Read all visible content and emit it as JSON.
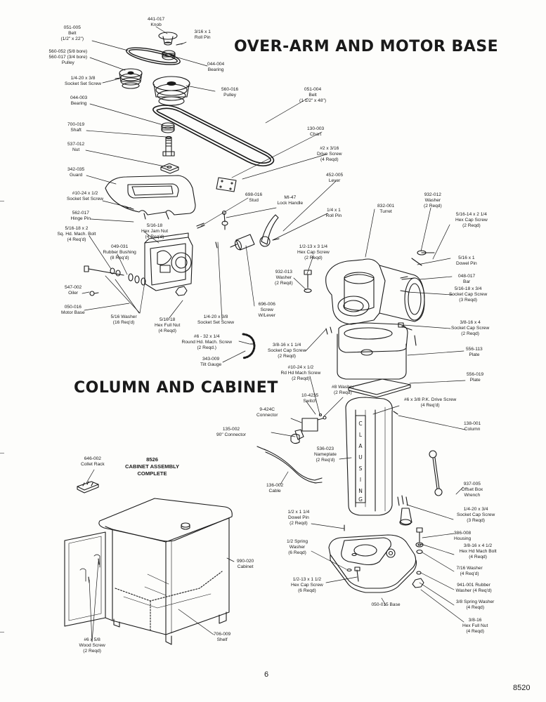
{
  "headings": {
    "over_arm": "OVER-ARM AND MOTOR BASE",
    "column": "COLUMN AND CABINET"
  },
  "assembly_note": {
    "number": "8526",
    "line1": "CABINET ASSEMBLY",
    "line2": "COMPLETE"
  },
  "page_number": "6",
  "document_number": "8520",
  "parts": [
    {
      "id": "knob",
      "lines": [
        "441-017",
        "Knob"
      ]
    },
    {
      "id": "roll-pin-1",
      "lines": [
        "3/16 x 1",
        "Roll Pin"
      ]
    },
    {
      "id": "belt-small",
      "lines": [
        "051-005",
        "Belt",
        "(1/2\" x 22\")"
      ]
    },
    {
      "id": "pulley-small",
      "lines": [
        "560-052  (5/8 bore)",
        "560-017  (3/4 bore)",
        "Pulley"
      ]
    },
    {
      "id": "bearing-1",
      "lines": [
        "044-004",
        "Bearing"
      ]
    },
    {
      "id": "socket-set-screw-1",
      "lines": [
        "1/4-20 x 3/8",
        "Socket Set Screw"
      ]
    },
    {
      "id": "pulley-large",
      "lines": [
        "560-016",
        "Pulley"
      ]
    },
    {
      "id": "bearing-2",
      "lines": [
        "044-003",
        "Bearing"
      ]
    },
    {
      "id": "belt-large",
      "lines": [
        "051-004",
        "Belt",
        "(1 1/2\" x 48\")"
      ]
    },
    {
      "id": "shaft",
      "lines": [
        "700-019",
        "Shaft"
      ]
    },
    {
      "id": "chart",
      "lines": [
        "130-003",
        "Chart"
      ]
    },
    {
      "id": "nut",
      "lines": [
        "537-012",
        "Nut"
      ]
    },
    {
      "id": "drive-screw-1",
      "lines": [
        "#2 x 3/16",
        "Drive Screw",
        "(4 Reqd)"
      ]
    },
    {
      "id": "guard",
      "lines": [
        "342-035",
        "Guard"
      ]
    },
    {
      "id": "lever",
      "lines": [
        "452-005",
        "Lever"
      ]
    },
    {
      "id": "socket-set-screw-2",
      "lines": [
        "#10-24 x 1/2",
        "Socket Set Screw"
      ]
    },
    {
      "id": "stud",
      "lines": [
        "698-016",
        "Stud"
      ]
    },
    {
      "id": "lock-handle",
      "lines": [
        "MI-47",
        "Lock Handle"
      ]
    },
    {
      "id": "washer-1",
      "lines": [
        "932-012",
        "Washer",
        "(2 Reqd)"
      ]
    },
    {
      "id": "hinge-pin",
      "lines": [
        "562-017",
        "Hinge Pin"
      ]
    },
    {
      "id": "roll-pin-2",
      "lines": [
        "1/4 x 1",
        "Roll Pin"
      ]
    },
    {
      "id": "turret",
      "lines": [
        "832-001",
        "Turret"
      ]
    },
    {
      "id": "hex-jam-nut",
      "lines": [
        "5/16-18",
        "Hex Jam Nut",
        "(4 Req'd)"
      ]
    },
    {
      "id": "hex-cap-screw-1",
      "lines": [
        "5/16-14 x 2 1/4",
        "Hex Cap Screw",
        "(2 Reqd)"
      ]
    },
    {
      "id": "mach-bolt-1",
      "lines": [
        "5/16-18 x 2",
        "Sq. Hd. Mach. Bolt",
        "(4 Req'd)"
      ]
    },
    {
      "id": "rubber-bushing",
      "lines": [
        "049-031",
        "Rubber Bushing",
        "(8 Req'd)"
      ]
    },
    {
      "id": "hex-cap-screw-2",
      "lines": [
        "1/2-13 x 3 1/4",
        "Hex Cap Screw",
        "(2 Reqd)"
      ]
    },
    {
      "id": "dowel-pin-1",
      "lines": [
        "5/16 x 1",
        "Dowel Pin"
      ]
    },
    {
      "id": "bar",
      "lines": [
        "048-017",
        "Bar"
      ]
    },
    {
      "id": "washer-2",
      "lines": [
        "932-013",
        "Washer",
        "(2 Reqd)"
      ]
    },
    {
      "id": "socket-cap-screw-1",
      "lines": [
        "5/16-18 x 3/4",
        "Socket Cap Screw",
        "(3 Reqd)"
      ]
    },
    {
      "id": "oiler",
      "lines": [
        "547-002",
        "Oiler"
      ]
    },
    {
      "id": "screw-w-lever",
      "lines": [
        "696-006",
        "Screw",
        "W/Lever"
      ]
    },
    {
      "id": "motor-base",
      "lines": [
        "050-016",
        "Motor Base"
      ]
    },
    {
      "id": "washer-3",
      "lines": [
        "5/16 Washer",
        "(16 Req'd)"
      ]
    },
    {
      "id": "hex-full-nut-1",
      "lines": [
        "5/16-18",
        "Hex Full Nut",
        "(4 Reqd)"
      ]
    },
    {
      "id": "socket-set-screw-3",
      "lines": [
        "1/4-20 x 3/8",
        "Socket Set Screw"
      ]
    },
    {
      "id": "socket-cap-screw-2",
      "lines": [
        "3/8-16 x 4",
        "Socket Cap Screw",
        "(2 Reqd)"
      ]
    },
    {
      "id": "mach-screw-1",
      "lines": [
        "#6 - 32 x 1/4",
        "Round Hd. Mach. Screw",
        "(2 Reqd.)"
      ]
    },
    {
      "id": "plate-1",
      "lines": [
        "556-113",
        "Plate"
      ]
    },
    {
      "id": "tilt-gauge",
      "lines": [
        "343-009",
        "Tilt Gauge"
      ]
    },
    {
      "id": "socket-cap-screw-3",
      "lines": [
        "3/8-16 x 1 1/4",
        "Socket Cap Screw",
        "(2 Reqd)"
      ]
    },
    {
      "id": "plate-2",
      "lines": [
        "556-019",
        "Plate"
      ]
    },
    {
      "id": "mach-screw-2",
      "lines": [
        "#10-24 x 1/2",
        "Rd Hd Mach Screw",
        "(2 Reqd)"
      ]
    },
    {
      "id": "washer-4",
      "lines": [
        "#8 Washer",
        "(2 Reqd)"
      ]
    },
    {
      "id": "switch",
      "lines": [
        "10-4235",
        "Switch"
      ]
    },
    {
      "id": "drive-screw-2",
      "lines": [
        "#6 x 3/8 P.K. Drive Screw",
        "(4 Req'd)"
      ]
    },
    {
      "id": "connector-1",
      "lines": [
        "9-424C",
        "Connector"
      ]
    },
    {
      "id": "connector-2",
      "lines": [
        "135-002",
        "90\" Connector"
      ]
    },
    {
      "id": "column",
      "lines": [
        "138-001",
        "Column"
      ]
    },
    {
      "id": "collet-rack",
      "lines": [
        "646-002",
        "Collet Rack"
      ]
    },
    {
      "id": "nameplate",
      "lines": [
        "536-023",
        "Nameplate",
        "(2 Req'd)"
      ]
    },
    {
      "id": "cable",
      "lines": [
        "136-002",
        "Cable"
      ]
    },
    {
      "id": "offset-box-wrench",
      "lines": [
        "937-005",
        "Offset Box",
        "Wrench"
      ]
    },
    {
      "id": "socket-cap-screw-4",
      "lines": [
        "1/4-20 x 3/4",
        "Socket Cap Screw",
        "(3 Reqd)"
      ]
    },
    {
      "id": "dowel-pin-2",
      "lines": [
        "1/2 x 1 1/4",
        "Dowel Pin",
        "(2 Reqd)"
      ]
    },
    {
      "id": "housing",
      "lines": [
        "386-008",
        "Housing"
      ]
    },
    {
      "id": "spring-washer-1",
      "lines": [
        "1/2 Spring",
        "Washer",
        "(6 Reqd)"
      ]
    },
    {
      "id": "mach-bolt-2",
      "lines": [
        "3/8-16 x 4 1/2",
        "Hex Hd Mach Bolt",
        "(4 Reqd)"
      ]
    },
    {
      "id": "cabinet",
      "lines": [
        "990-020",
        "Cabinet"
      ]
    },
    {
      "id": "washer-5",
      "lines": [
        "7/16 Washer",
        "(4 Req'd)"
      ]
    },
    {
      "id": "hex-cap-screw-3",
      "lines": [
        "1/2-13 x 1 1/2",
        "Hex Cap Screw",
        "(6 Reqd)"
      ]
    },
    {
      "id": "rubber-washer",
      "lines": [
        "941-001 Rubber",
        "Washer  (4 Req'd)"
      ]
    },
    {
      "id": "spring-washer-2",
      "lines": [
        "3/8 Spring Washer",
        "(4 Reqd)"
      ]
    },
    {
      "id": "base",
      "lines": [
        "050-015  Base"
      ]
    },
    {
      "id": "wood-screw",
      "lines": [
        "#6 x 5/8",
        "Wood Screw",
        "(2 Reqd)"
      ]
    },
    {
      "id": "shelf",
      "lines": [
        "706-009",
        "Shelf"
      ]
    },
    {
      "id": "hex-full-nut-2",
      "lines": [
        "3/8-16",
        "Hex Full Nut",
        "(4 Reqd)"
      ]
    }
  ]
}
